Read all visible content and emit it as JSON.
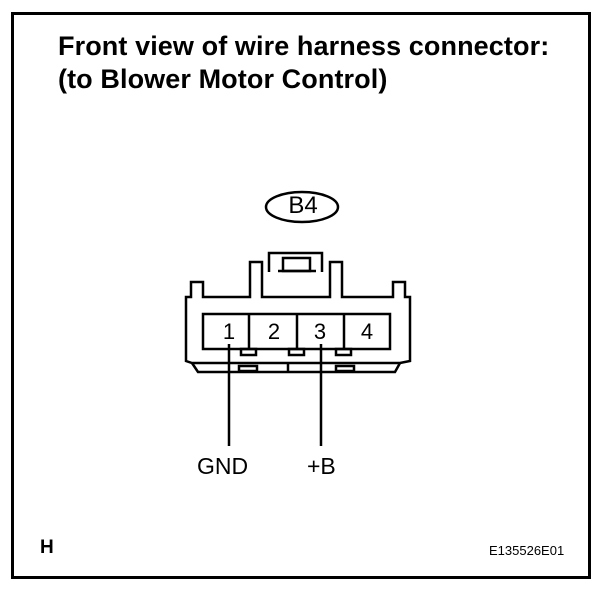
{
  "title": {
    "line1": "Front view of wire harness connector:",
    "line2": "(to Blower Motor Control)"
  },
  "connector": {
    "code": "B4",
    "pins": [
      "1",
      "2",
      "3",
      "4"
    ]
  },
  "wires": [
    {
      "pin": "1",
      "label": "GND"
    },
    {
      "pin": "3",
      "label": "+B"
    }
  ],
  "footer": {
    "corner_mark": "H",
    "figure_id": "E135526E01"
  }
}
